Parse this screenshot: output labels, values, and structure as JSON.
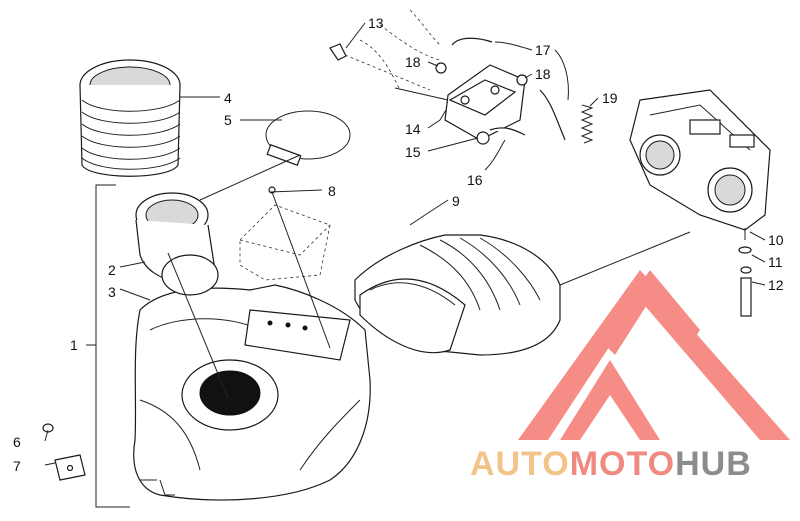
{
  "callouts": [
    {
      "id": "1",
      "text": "1"
    },
    {
      "id": "2",
      "text": "2"
    },
    {
      "id": "3",
      "text": "3"
    },
    {
      "id": "4",
      "text": "4"
    },
    {
      "id": "5",
      "text": "5"
    },
    {
      "id": "6",
      "text": "6"
    },
    {
      "id": "7",
      "text": "7"
    },
    {
      "id": "8",
      "text": "8"
    },
    {
      "id": "9",
      "text": "9"
    },
    {
      "id": "10",
      "text": "10"
    },
    {
      "id": "11",
      "text": "11"
    },
    {
      "id": "12",
      "text": "12"
    },
    {
      "id": "13",
      "text": "13"
    },
    {
      "id": "14",
      "text": "14"
    },
    {
      "id": "15",
      "text": "15"
    },
    {
      "id": "16",
      "text": "16"
    },
    {
      "id": "17",
      "text": "17"
    },
    {
      "id": "18a",
      "text": "18"
    },
    {
      "id": "18b",
      "text": "18"
    },
    {
      "id": "19",
      "text": "19"
    }
  ],
  "watermark": {
    "part1": "AUTO",
    "part2": "MOTO",
    "part3": "HUB",
    "color_auto": "#f2c48a",
    "color_moto": "#f08a80",
    "color_hub": "#8c8c8c",
    "logo_color": "#f47a72"
  }
}
